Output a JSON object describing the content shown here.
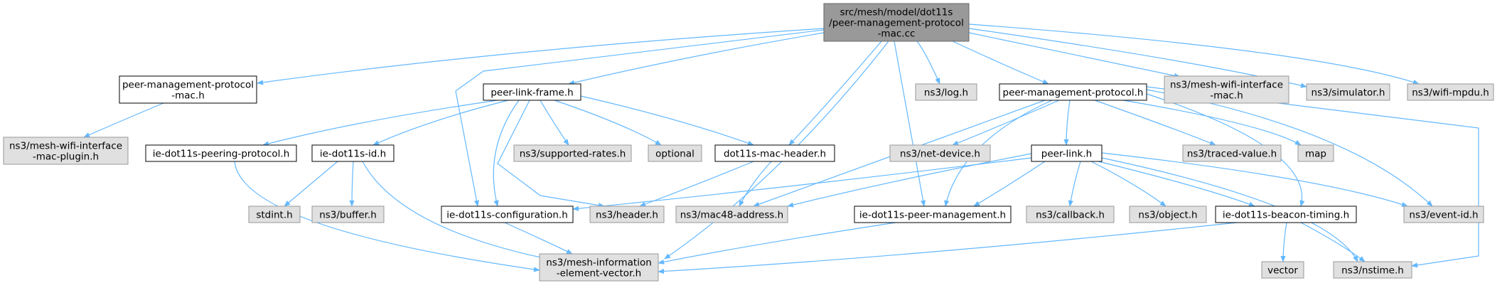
{
  "colors": {
    "edge": "#63b8ff",
    "root_fill": "#999999",
    "local_fill": "#ffffff",
    "external_fill": "#e0e0e0"
  },
  "nodes": {
    "root": {
      "lines": [
        "src/mesh/model/dot11s",
        "/peer-management-protocol",
        "-mac.cc"
      ]
    },
    "pmp_mac_h": {
      "lines": [
        "peer-management-protocol",
        "-mac.h"
      ]
    },
    "mesh_wifi_iface_mac_plugin": {
      "lines": [
        "ns3/mesh-wifi-interface",
        "-mac-plugin.h"
      ]
    },
    "peer_link_frame_h": {
      "lines": [
        "peer-link-frame.h"
      ]
    },
    "log_h": {
      "lines": [
        "ns3/log.h"
      ]
    },
    "pmp_h": {
      "lines": [
        "peer-management-protocol.h"
      ]
    },
    "mesh_wifi_iface_mac": {
      "lines": [
        "ns3/mesh-wifi-interface",
        "-mac.h"
      ]
    },
    "simulator_h": {
      "lines": [
        "ns3/simulator.h"
      ]
    },
    "wifi_mpdu_h": {
      "lines": [
        "ns3/wifi-mpdu.h"
      ]
    },
    "ie_peering_protocol": {
      "lines": [
        "ie-dot11s-peering-protocol.h"
      ]
    },
    "ie_id": {
      "lines": [
        "ie-dot11s-id.h"
      ]
    },
    "supported_rates": {
      "lines": [
        "ns3/supported-rates.h"
      ]
    },
    "optional": {
      "lines": [
        "optional"
      ]
    },
    "mac_header": {
      "lines": [
        "dot11s-mac-header.h"
      ]
    },
    "net_device": {
      "lines": [
        "ns3/net-device.h"
      ]
    },
    "peer_link_h": {
      "lines": [
        "peer-link.h"
      ]
    },
    "traced_value": {
      "lines": [
        "ns3/traced-value.h"
      ]
    },
    "map": {
      "lines": [
        "map"
      ]
    },
    "stdint": {
      "lines": [
        "stdint.h"
      ]
    },
    "buffer_h": {
      "lines": [
        "ns3/buffer.h"
      ]
    },
    "ie_configuration": {
      "lines": [
        "ie-dot11s-configuration.h"
      ]
    },
    "header_h": {
      "lines": [
        "ns3/header.h"
      ]
    },
    "mac48": {
      "lines": [
        "ns3/mac48-address.h"
      ]
    },
    "ie_peer_mgmt": {
      "lines": [
        "ie-dot11s-peer-management.h"
      ]
    },
    "callback_h": {
      "lines": [
        "ns3/callback.h"
      ]
    },
    "object_h": {
      "lines": [
        "ns3/object.h"
      ]
    },
    "ie_beacon_timing": {
      "lines": [
        "ie-dot11s-beacon-timing.h"
      ]
    },
    "event_id": {
      "lines": [
        "ns3/event-id.h"
      ]
    },
    "mesh_info_elem_vector": {
      "lines": [
        "ns3/mesh-information",
        "-element-vector.h"
      ]
    },
    "vector": {
      "lines": [
        "vector"
      ]
    },
    "nstime": {
      "lines": [
        "ns3/nstime.h"
      ]
    }
  }
}
